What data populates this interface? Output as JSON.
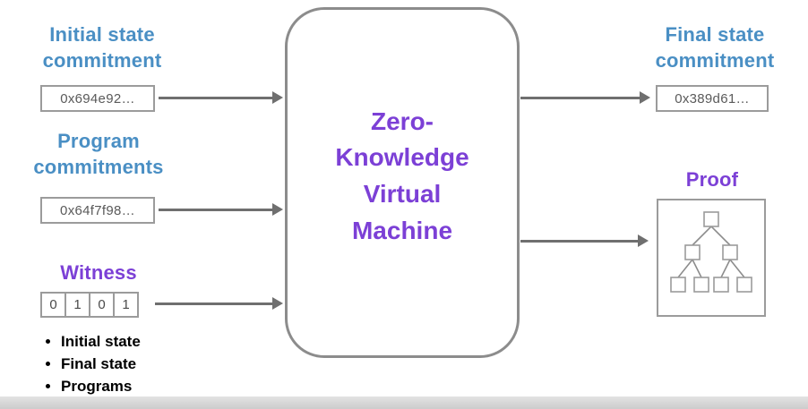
{
  "colors": {
    "heading_blue": "#4a8fc4",
    "heading_purple": "#7c40d6",
    "arrow_gray": "#6f6f6f",
    "box_border_gray": "#9b9b9b"
  },
  "left": {
    "initial_state": {
      "label": "Initial state\ncommitment",
      "value": "0x694e92…"
    },
    "program": {
      "label": "Program\ncommitments",
      "value": "0x64f7f98…"
    },
    "witness": {
      "label": "Witness",
      "bits": [
        "0",
        "1",
        "0",
        "1"
      ]
    },
    "witness_notes": [
      "Initial state",
      "Final state",
      "Programs"
    ]
  },
  "center": {
    "title": "Zero-\nKnowledge\nVirtual\nMachine"
  },
  "right": {
    "final_state": {
      "label": "Final state\ncommitment",
      "value": "0x389d61…"
    },
    "proof": {
      "label": "Proof"
    }
  }
}
